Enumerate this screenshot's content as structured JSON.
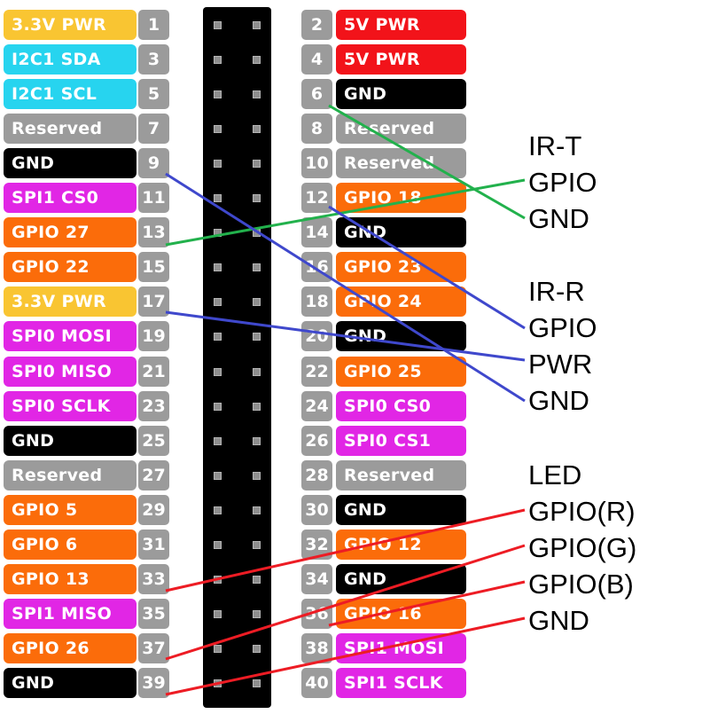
{
  "colors": {
    "yellow": "#f9c532",
    "cyan": "#27d4ef",
    "gray": "#9b9b9b",
    "black": "#000000",
    "magenta": "#e126e5",
    "orange": "#fb6c0a",
    "red": "#f2131a",
    "wire_green": "#22b14c",
    "wire_blue": "#3f48cc",
    "wire_red": "#ed1c24"
  },
  "left_pins": [
    {
      "num": "1",
      "label": "3.3V PWR",
      "color": "yellow"
    },
    {
      "num": "3",
      "label": "I2C1 SDA",
      "color": "cyan"
    },
    {
      "num": "5",
      "label": "I2C1 SCL",
      "color": "cyan"
    },
    {
      "num": "7",
      "label": "Reserved",
      "color": "gray"
    },
    {
      "num": "9",
      "label": "GND",
      "color": "black"
    },
    {
      "num": "11",
      "label": "SPI1 CS0",
      "color": "magenta"
    },
    {
      "num": "13",
      "label": "GPIO 27",
      "color": "orange"
    },
    {
      "num": "15",
      "label": "GPIO 22",
      "color": "orange"
    },
    {
      "num": "17",
      "label": "3.3V PWR",
      "color": "yellow"
    },
    {
      "num": "19",
      "label": "SPI0 MOSI",
      "color": "magenta"
    },
    {
      "num": "21",
      "label": "SPI0 MISO",
      "color": "magenta"
    },
    {
      "num": "23",
      "label": "SPI0 SCLK",
      "color": "magenta"
    },
    {
      "num": "25",
      "label": "GND",
      "color": "black"
    },
    {
      "num": "27",
      "label": "Reserved",
      "color": "gray"
    },
    {
      "num": "29",
      "label": "GPIO 5",
      "color": "orange"
    },
    {
      "num": "31",
      "label": "GPIO 6",
      "color": "orange"
    },
    {
      "num": "33",
      "label": "GPIO 13",
      "color": "orange"
    },
    {
      "num": "35",
      "label": "SPI1 MISO",
      "color": "magenta"
    },
    {
      "num": "37",
      "label": "GPIO 26",
      "color": "orange"
    },
    {
      "num": "39",
      "label": "GND",
      "color": "black"
    }
  ],
  "right_pins": [
    {
      "num": "2",
      "label": "5V PWR",
      "color": "red"
    },
    {
      "num": "4",
      "label": "5V PWR",
      "color": "red"
    },
    {
      "num": "6",
      "label": "GND",
      "color": "black"
    },
    {
      "num": "8",
      "label": "Reserved",
      "color": "gray"
    },
    {
      "num": "10",
      "label": "Reserved",
      "color": "gray"
    },
    {
      "num": "12",
      "label": "GPIO 18",
      "color": "orange"
    },
    {
      "num": "14",
      "label": "GND",
      "color": "black"
    },
    {
      "num": "16",
      "label": "GPIO 23",
      "color": "orange"
    },
    {
      "num": "18",
      "label": "GPIO 24",
      "color": "orange"
    },
    {
      "num": "20",
      "label": "GND",
      "color": "black"
    },
    {
      "num": "22",
      "label": "GPIO 25",
      "color": "orange"
    },
    {
      "num": "24",
      "label": "SPI0 CS0",
      "color": "magenta"
    },
    {
      "num": "26",
      "label": "SPI0 CS1",
      "color": "magenta"
    },
    {
      "num": "28",
      "label": "Reserved",
      "color": "gray"
    },
    {
      "num": "30",
      "label": "GND",
      "color": "black"
    },
    {
      "num": "32",
      "label": "GPIO 12",
      "color": "orange"
    },
    {
      "num": "34",
      "label": "GND",
      "color": "black"
    },
    {
      "num": "36",
      "label": "GPIO 16",
      "color": "orange"
    },
    {
      "num": "38",
      "label": "SPI1 MOSI",
      "color": "magenta"
    },
    {
      "num": "40",
      "label": "SPI1 SCLK",
      "color": "magenta"
    }
  ],
  "modules": {
    "ir_t": {
      "title": "IR-T",
      "gpio": "GPIO",
      "gnd": "GND"
    },
    "ir_r": {
      "title": "IR-R",
      "gpio": "GPIO",
      "pwr": "PWR",
      "gnd": "GND"
    },
    "led": {
      "title": "LED",
      "gpio_r": "GPIO(R)",
      "gpio_g": "GPIO(G)",
      "gpio_b": "GPIO(B)",
      "gnd": "GND"
    }
  },
  "connections": [
    {
      "module_pin": "IR-T GPIO",
      "header_pin": "13",
      "color": "wire_green"
    },
    {
      "module_pin": "IR-T GND",
      "header_pin": "6",
      "color": "wire_green"
    },
    {
      "module_pin": "IR-R GPIO",
      "header_pin": "12",
      "color": "wire_blue"
    },
    {
      "module_pin": "IR-R PWR",
      "header_pin": "17",
      "color": "wire_blue"
    },
    {
      "module_pin": "IR-R GND",
      "header_pin": "9",
      "color": "wire_blue"
    },
    {
      "module_pin": "LED GPIO(R)",
      "header_pin": "33",
      "color": "wire_red"
    },
    {
      "module_pin": "LED GPIO(G)",
      "header_pin": "37",
      "color": "wire_red"
    },
    {
      "module_pin": "LED GPIO(B)",
      "header_pin": "36",
      "color": "wire_red"
    },
    {
      "module_pin": "LED GND",
      "header_pin": "39",
      "color": "wire_red"
    }
  ]
}
